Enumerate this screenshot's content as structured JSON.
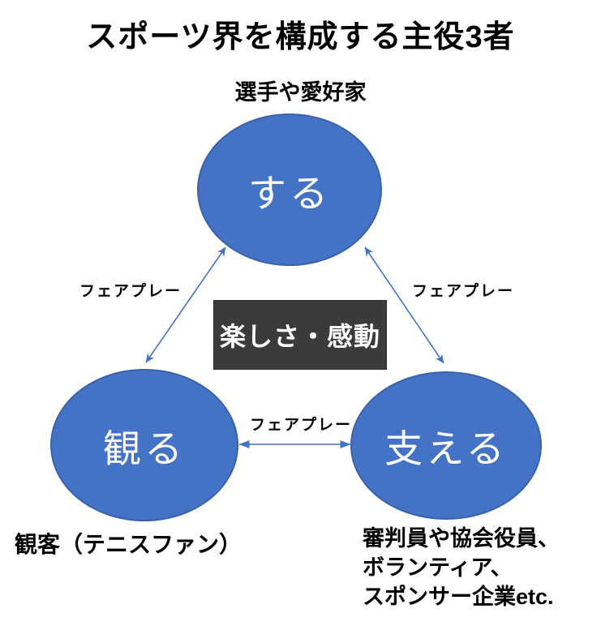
{
  "title": "スポーツ界を構成する主役3者",
  "colors": {
    "node_fill": "#4472c4",
    "node_border": "#3a62ab",
    "node_text": "#ffffff",
    "arrow": "#4472c4",
    "center_box_bg": "#3b3b3b",
    "center_box_text": "#ffffff",
    "label_text": "#000000",
    "background": "#ffffff"
  },
  "nodes": {
    "do": {
      "label": "する",
      "caption": "選手や愛好家"
    },
    "watch": {
      "label": "観る",
      "caption": "観客（テニスファン）"
    },
    "support": {
      "label": "支える",
      "caption_lines": [
        "審判員や協会役員、",
        "ボランティア、",
        "スポンサー企業etc."
      ]
    }
  },
  "center_box": {
    "label": "楽しさ・感動"
  },
  "edges": {
    "do_watch": {
      "label": "フェアプレー",
      "direction": "bidirectional"
    },
    "do_support": {
      "label": "フェアプレー",
      "direction": "bidirectional"
    },
    "watch_support": {
      "label": "フェアプレー",
      "direction": "bidirectional"
    }
  }
}
